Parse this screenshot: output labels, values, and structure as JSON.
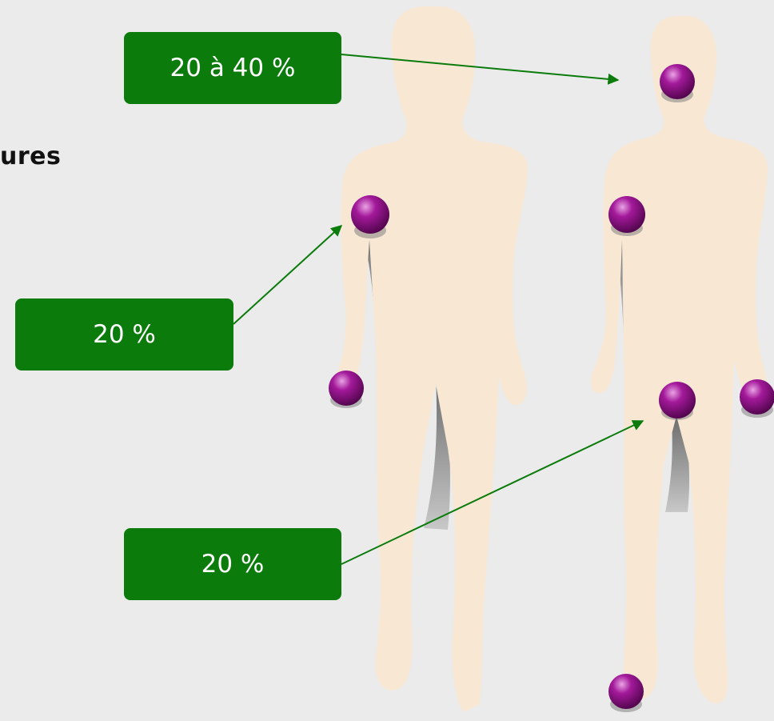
{
  "heading": "ures",
  "callouts": {
    "head": "20 à 40 %",
    "arm": "20 %",
    "knee": "20 %"
  },
  "colors": {
    "background": "#ebebeb",
    "callout": "#0b7b0b",
    "callout_text": "#ffffff",
    "arrow": "#0b7b0b",
    "silhouette": "#f7e7d3",
    "shadow": "#8a8a8a",
    "marker": "#8b0a84"
  },
  "icons": {
    "figures": "human-silhouette",
    "markers": "purple-sphere-marker"
  }
}
